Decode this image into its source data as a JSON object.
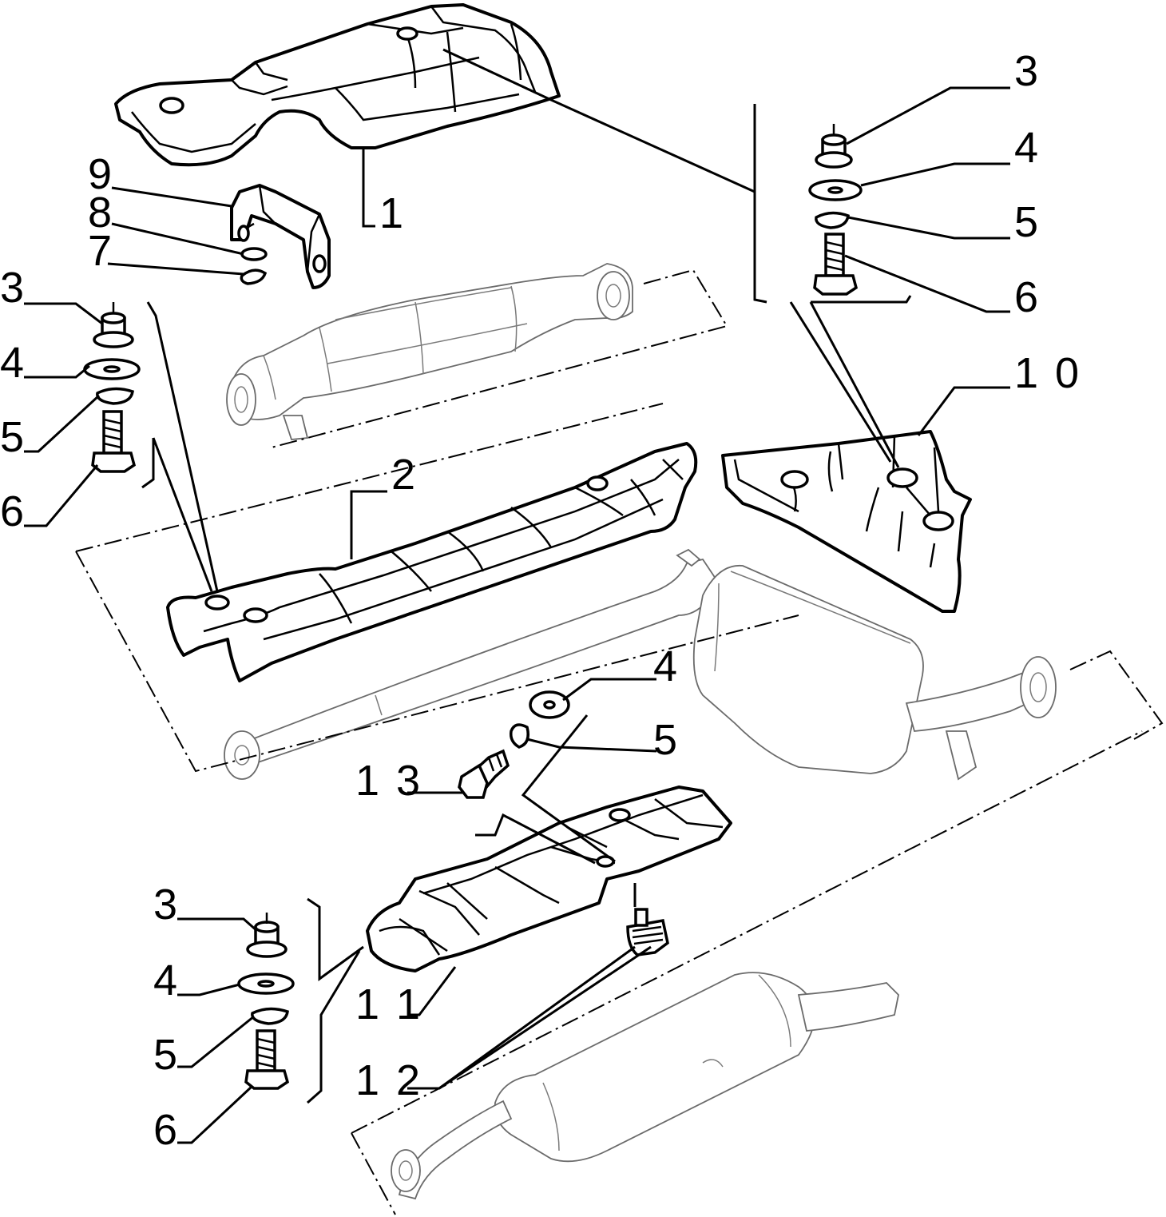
{
  "diagram": {
    "labels": {
      "part_1": "1",
      "part_2": "2",
      "part_3a": "3",
      "part_4a": "4",
      "part_5a": "5",
      "part_6a": "6",
      "part_3b": "3",
      "part_4b": "4",
      "part_5b": "5",
      "part_6b": "6",
      "part_3c": "3",
      "part_4c": "4",
      "part_5c": "5",
      "part_6c": "6",
      "part_4d": "4",
      "part_5d": "5",
      "part_7": "7",
      "part_8": "8",
      "part_9": "9",
      "part_10": "1 0",
      "part_11": "1 1",
      "part_12": "1 2",
      "part_13": "1 3"
    },
    "colors": {
      "ink": "#000000",
      "ghost": "#6b6b6b",
      "background": "#ffffff"
    }
  }
}
